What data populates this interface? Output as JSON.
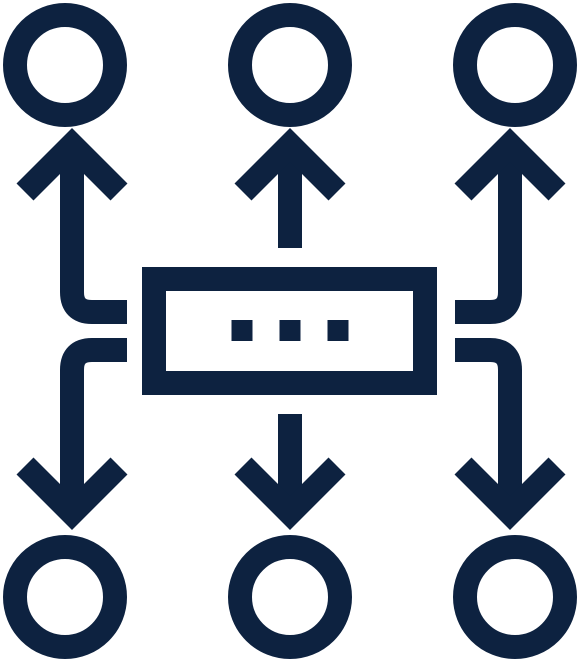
{
  "colors": {
    "ink": "#0d2240",
    "background": "#ffffff"
  },
  "icon": {
    "name": "network-distribution-icon",
    "top_nodes": [
      "circle",
      "circle",
      "circle"
    ],
    "bottom_nodes": [
      "circle",
      "circle",
      "circle"
    ],
    "hub": {
      "shape": "rounded-rectangle",
      "indicator_dots": 3
    },
    "arrows_up": 3,
    "arrows_down": 3
  }
}
